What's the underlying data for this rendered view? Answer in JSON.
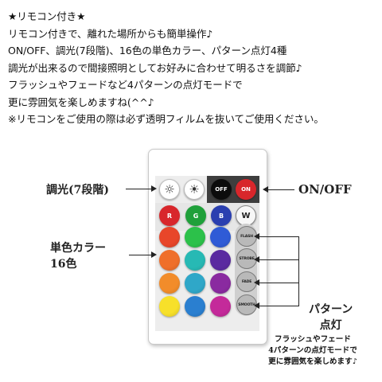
{
  "description": [
    "★リモコン付き★",
    "リモコン付きで、離れた場所からも簡単操作♪",
    "ON/OFF、調光(7段階)、16色の単色カラー、パターン点灯4種",
    "調光が出来るので間接照明としてお好みに合わせて明るさを調節♪",
    "フラッシュやフェードなど4パターンの点灯モードで",
    "更に雰囲気を楽しめますね(^^♪",
    "※リモコンをご使用の際は必ず透明フィルムを抜いてご使用ください。"
  ],
  "callouts": {
    "dimming": "調光(7段階)",
    "onoff": "ON/OFF",
    "single_color_1": "単色カラー",
    "single_color_2": "16色",
    "pattern_1": "パターン",
    "pattern_2": "点灯"
  },
  "note": [
    "フラッシュやフェード",
    "4パターンの点灯モードで",
    "更に雰囲気を楽しめます♪"
  ],
  "remote": {
    "brightness_icon": "sun-icon",
    "off_label": "OFF",
    "on_label": "ON",
    "rgbw": [
      {
        "label": "R",
        "color": "#d8262b"
      },
      {
        "label": "G",
        "color": "#1fa03a"
      },
      {
        "label": "B",
        "color": "#2a3fb0"
      },
      {
        "label": "W",
        "color": "#f7f7f7"
      }
    ],
    "color_grid": [
      [
        "#e8462a",
        "#2cc14a",
        "#2f5bd6"
      ],
      [
        "#ef6f2a",
        "#27b9b4",
        "#5a2aa0"
      ],
      [
        "#f28c2a",
        "#2fa7c8",
        "#8a2aa0"
      ],
      [
        "#f7e02a",
        "#2a7fd0",
        "#c42a9a"
      ]
    ],
    "modes": [
      "FLASH",
      "STROBE",
      "FADE",
      "SMOOTH"
    ]
  }
}
